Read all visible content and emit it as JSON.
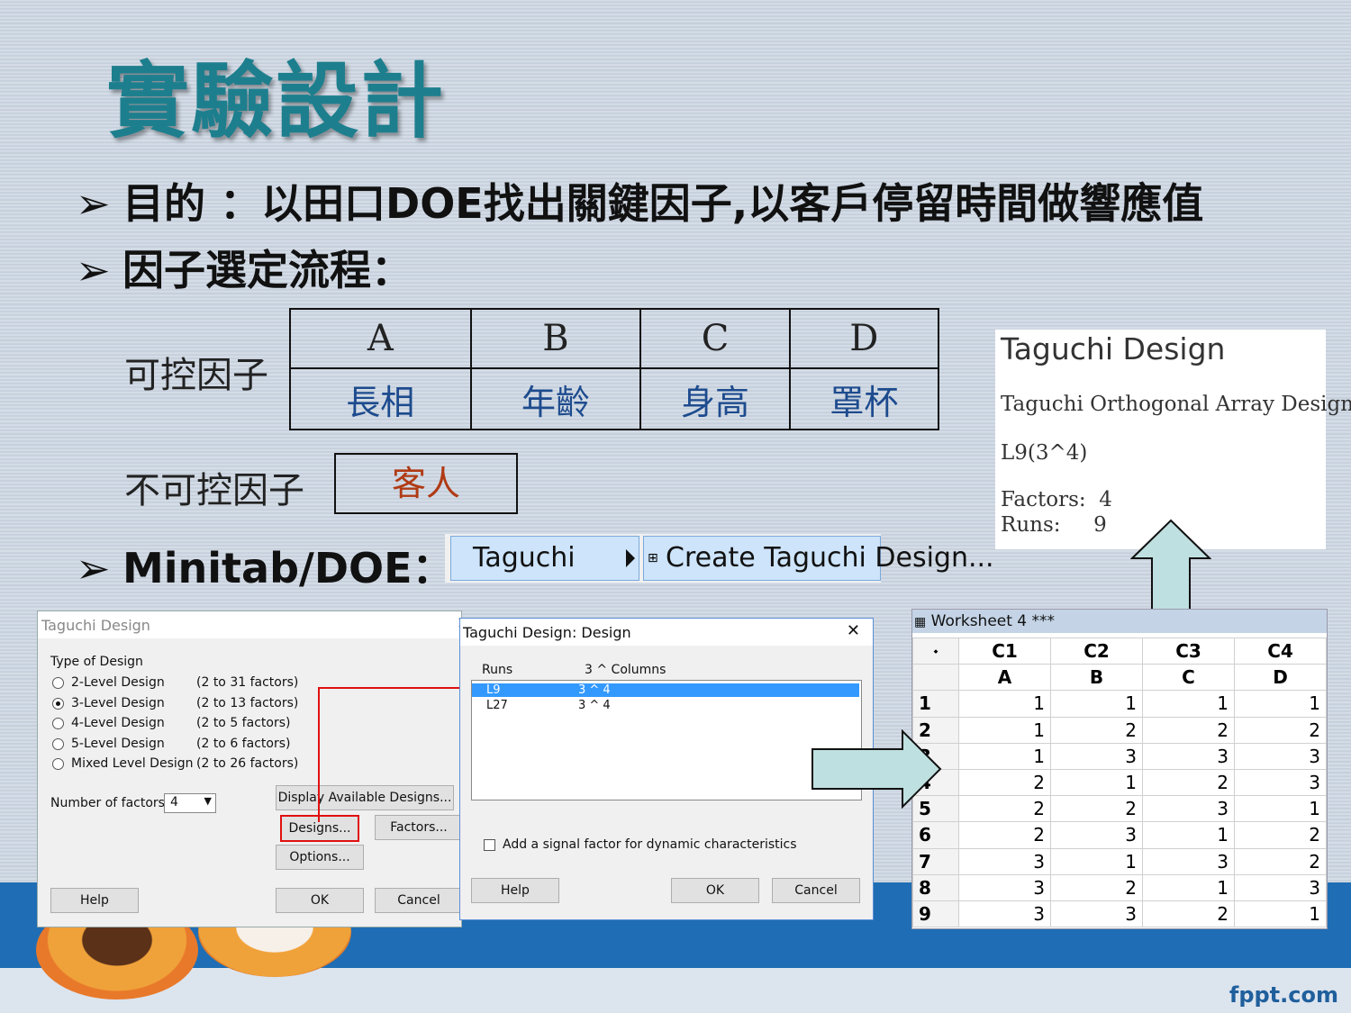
{
  "slide": {
    "title": "實驗設計",
    "bullets": [
      "目的 ：以田口DOE找出關鍵因子,以客戶停留時間做響應值",
      "因子選定流程：",
      "Minitab/DOE："
    ],
    "bullet_marker": "➢",
    "footer": "fppt.com"
  },
  "factors": {
    "controllable_label": "可控因子",
    "uncontrollable_label": "不可控因子",
    "headers": [
      "A",
      "B",
      "C",
      "D"
    ],
    "names": [
      "長相",
      "年齡",
      "身高",
      "罩杯"
    ],
    "uncontrollable": "客人"
  },
  "output": {
    "heading": "Taguchi Design",
    "line1": "Taguchi Orthogonal Array Design",
    "line2": "L9(3^4)",
    "factors_label": "Factors:",
    "factors_value": "4",
    "runs_label": "Runs:",
    "runs_value": "9"
  },
  "menu": {
    "taguchi": "Taguchi",
    "create": "Create Taguchi Design..."
  },
  "dialog1": {
    "title": "Taguchi Design",
    "type_label": "Type of Design",
    "options": [
      {
        "label": "2-Level Design",
        "range": "(2 to 31 factors)",
        "selected": false
      },
      {
        "label": "3-Level Design",
        "range": "(2 to 13 factors)",
        "selected": true
      },
      {
        "label": "4-Level Design",
        "range": "(2 to 5 factors)",
        "selected": false
      },
      {
        "label": "5-Level Design",
        "range": "(2 to 6 factors)",
        "selected": false
      },
      {
        "label": "Mixed Level Design",
        "range": "(2 to 26 factors)",
        "selected": false
      }
    ],
    "num_factors_label": "Number of factors:",
    "num_factors_value": "4",
    "display_btn": "Display Available Designs...",
    "designs_btn": "Designs...",
    "factors_btn": "Factors...",
    "options_btn": "Options...",
    "help_btn": "Help",
    "ok_btn": "OK",
    "cancel_btn": "Cancel"
  },
  "dialog2": {
    "title": "Taguchi Design: Design",
    "col_runs": "Runs",
    "col_columns": "3 ^ Columns",
    "rows": [
      {
        "runs": "L9",
        "cols": "3 ^ 4",
        "selected": true
      },
      {
        "runs": "L27",
        "cols": "3 ^ 4",
        "selected": false
      }
    ],
    "signal_label": "Add a signal factor for dynamic characteristics",
    "help_btn": "Help",
    "ok_btn": "OK",
    "cancel_btn": "Cancel"
  },
  "worksheet": {
    "title": "Worksheet 4 ***",
    "columns": [
      "C1",
      "C2",
      "C3",
      "C4"
    ],
    "names": [
      "A",
      "B",
      "C",
      "D"
    ],
    "rows": [
      [
        "1",
        "1",
        "1",
        "1",
        "1"
      ],
      [
        "2",
        "1",
        "2",
        "2",
        "2"
      ],
      [
        "3",
        "1",
        "3",
        "3",
        "3"
      ],
      [
        "4",
        "2",
        "1",
        "2",
        "3"
      ],
      [
        "5",
        "2",
        "2",
        "3",
        "1"
      ],
      [
        "6",
        "2",
        "3",
        "1",
        "2"
      ],
      [
        "7",
        "3",
        "1",
        "3",
        "2"
      ],
      [
        "8",
        "3",
        "2",
        "1",
        "3"
      ],
      [
        "9",
        "3",
        "3",
        "2",
        "1"
      ]
    ]
  },
  "colors": {
    "title": "#1d7f8e",
    "band": "#1f6db4",
    "highlight_red": "#e01010",
    "arrow_fill": "#bfe0e0",
    "selection": "#3399ff"
  }
}
